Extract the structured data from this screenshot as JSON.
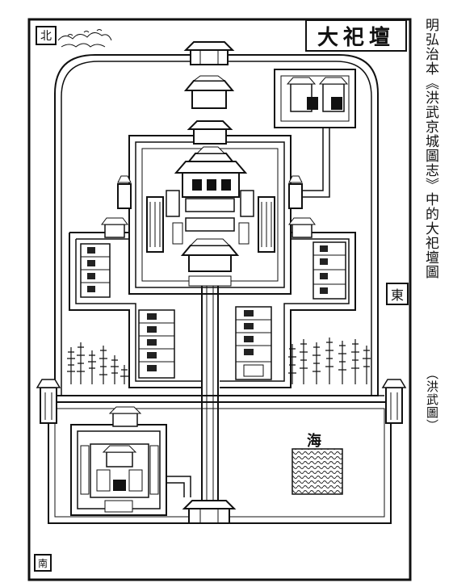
{
  "caption": {
    "main": "明弘治本《洪武京城圖志》中的大祀壇圖",
    "sub": "（洪武圖）"
  },
  "map": {
    "title": "大祀壇",
    "north_mark": "北",
    "east_mark": "東",
    "sea_label": "海",
    "bottom_mark": "南"
  }
}
